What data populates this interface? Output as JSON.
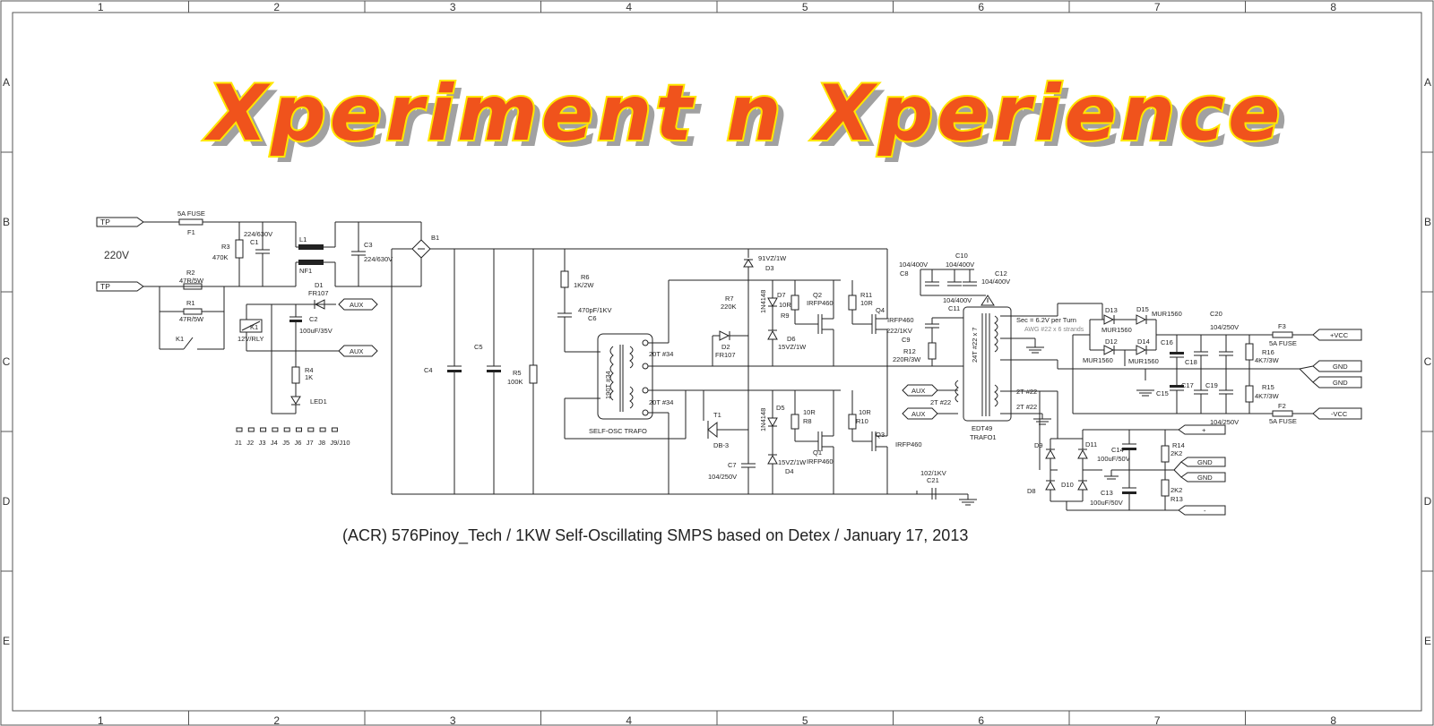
{
  "banner": {
    "text": "Xperiment n Xperience"
  },
  "caption": "(ACR) 576Pinoy_Tech / 1KW Self-Oscillating SMPS based on Detex / January 17, 2013",
  "frame": {
    "columns": [
      "1",
      "2",
      "3",
      "4",
      "5",
      "6",
      "7",
      "8"
    ],
    "rows": [
      "A",
      "B",
      "C",
      "D",
      "E"
    ]
  },
  "labels": {
    "tp1": "TP",
    "tp2": "TP",
    "mains": "220V",
    "fuse_val": "5A FUSE",
    "fuse_ref": "F1",
    "r3_ref": "R3",
    "r3_val": "470K",
    "c1_val": "224/630V",
    "c1_ref": "C1",
    "l1_ref": "L1",
    "nf1_ref": "NF1",
    "c3_ref": "C3",
    "c3_val": "224/630V",
    "b1_ref": "B1",
    "r2_ref": "R2",
    "r2_val": "47R/5W",
    "r1_ref": "R1",
    "r1_val": "47R/5W",
    "d1_ref": "D1",
    "d1_val": "FR107",
    "aux1": "AUX",
    "aux2": "AUX",
    "k1_ref": "K1",
    "k1_relay": "K1",
    "k1_val": "12V/RLY",
    "c2_ref": "C2",
    "c2_val": "100uF/35V",
    "r4_ref": "R4",
    "r4_val": "1K",
    "led_ref": "LED1",
    "jumpers": [
      "J1",
      "J2",
      "J3",
      "J4",
      "J5",
      "J6",
      "J7",
      "J8",
      "J9/J10"
    ],
    "c4_ref": "C4",
    "c5_ref": "C5",
    "r5_ref": "R5",
    "r5_val": "100K",
    "r6_ref": "R6",
    "r6_val": "1K/2W",
    "c6_val": "470pF/1KV",
    "c6_ref": "C6",
    "t_primary": "190T #34",
    "t_sec1": "20T #34",
    "t_sec2": "20T #34",
    "t_name": "SELF-OSC TRAFO",
    "d3_val": "91VZ/1W",
    "d3_ref": "D3",
    "r7_ref": "R7",
    "r7_val": "220K",
    "d2_ref": "D2",
    "d2_val": "FR107",
    "d7_top": "1N4148",
    "d7_ref": "D7",
    "r9_val": "10R",
    "r9_ref": "R9",
    "d6_ref": "D6",
    "d6_val": "15VZ/1W",
    "q2_ref": "Q2",
    "q2_val": "IRFP460",
    "r11_ref": "R11",
    "r11_val": "10R",
    "q4_ref": "Q4",
    "q4_val": "IRFP460",
    "t1_ref": "T1",
    "t1_val": "DB-3",
    "d5_top": "1N4148",
    "d5_ref": "D5",
    "r8_val": "10R",
    "r8_ref": "R8",
    "d4_val": "15VZ/1W",
    "d4_ref": "D4",
    "q1_ref": "Q1",
    "q1_val": "IRFP460",
    "r10_val": "10R",
    "r10_ref": "R10",
    "q3_ref": "Q3",
    "q3_val": "IRFP460",
    "c7_ref": "C7",
    "c7_val": "104/250V",
    "c21_val": "102/1KV",
    "c21_ref": "C21",
    "c8_val": "104/400V",
    "c8_ref": "C8",
    "c10_ref": "C10",
    "c10_val": "104/400V",
    "c12_ref": "C12",
    "c12_val": "104/400V",
    "c11_val": "104/400V",
    "c11_ref": "C11",
    "c9_val": "222/1KV",
    "c9_ref": "C9",
    "r12_ref": "R12",
    "r12_val": "220R/3W",
    "trafo_pri": "24T #22 x 7",
    "trafo_sec": "Sec = 6.2V per Turn",
    "trafo_awg": "AWG #22 x 6 strands",
    "trafo_aux1": "2T #22",
    "trafo_aux2": "2T #22",
    "trafo_aux3": "2T #22",
    "aux3": "AUX",
    "aux4": "AUX",
    "trafo_core": "EDT49",
    "trafo_ref": "TRAFO1",
    "d13_ref": "D13",
    "d13_val": "MUR1560",
    "d15_ref": "D15",
    "d15_val": "MUR1560",
    "d12_ref": "D12",
    "d12_val": "MUR1560",
    "d14_ref": "D14",
    "d14_val": "MUR1560",
    "c20_ref": "C20",
    "c20_val": "104/250V",
    "c16_ref": "C16",
    "c18_ref": "C18",
    "c15_ref": "C15",
    "c17_ref": "C17",
    "c19_ref": "C19",
    "c19_val": "104/250V",
    "r16_ref": "R16",
    "r16_val": "4K7/3W",
    "r15_ref": "R15",
    "r15_val": "4K7/3W",
    "f3_ref": "F3",
    "f3_val": "5A FUSE",
    "f2_ref": "F2",
    "f2_val": "5A FUSE",
    "out_pvcc": "+VCC",
    "out_gnd1": "GND",
    "out_gnd2": "GND",
    "out_nvcc": "-VCC",
    "d9_ref": "D9",
    "d11_ref": "D11",
    "d8_ref": "D8",
    "d10_ref": "D10",
    "c14_ref": "C14",
    "c14_val": "100uF/50V",
    "c13_ref": "C13",
    "c13_val": "100uF/50V",
    "r14_ref": "R14",
    "r14_val": "2K2",
    "r13_val": "2K2",
    "r13_ref": "R13",
    "aux_plus": "+",
    "aux_gnd1": "GND",
    "aux_gnd2": "GND",
    "aux_minus": "-"
  }
}
